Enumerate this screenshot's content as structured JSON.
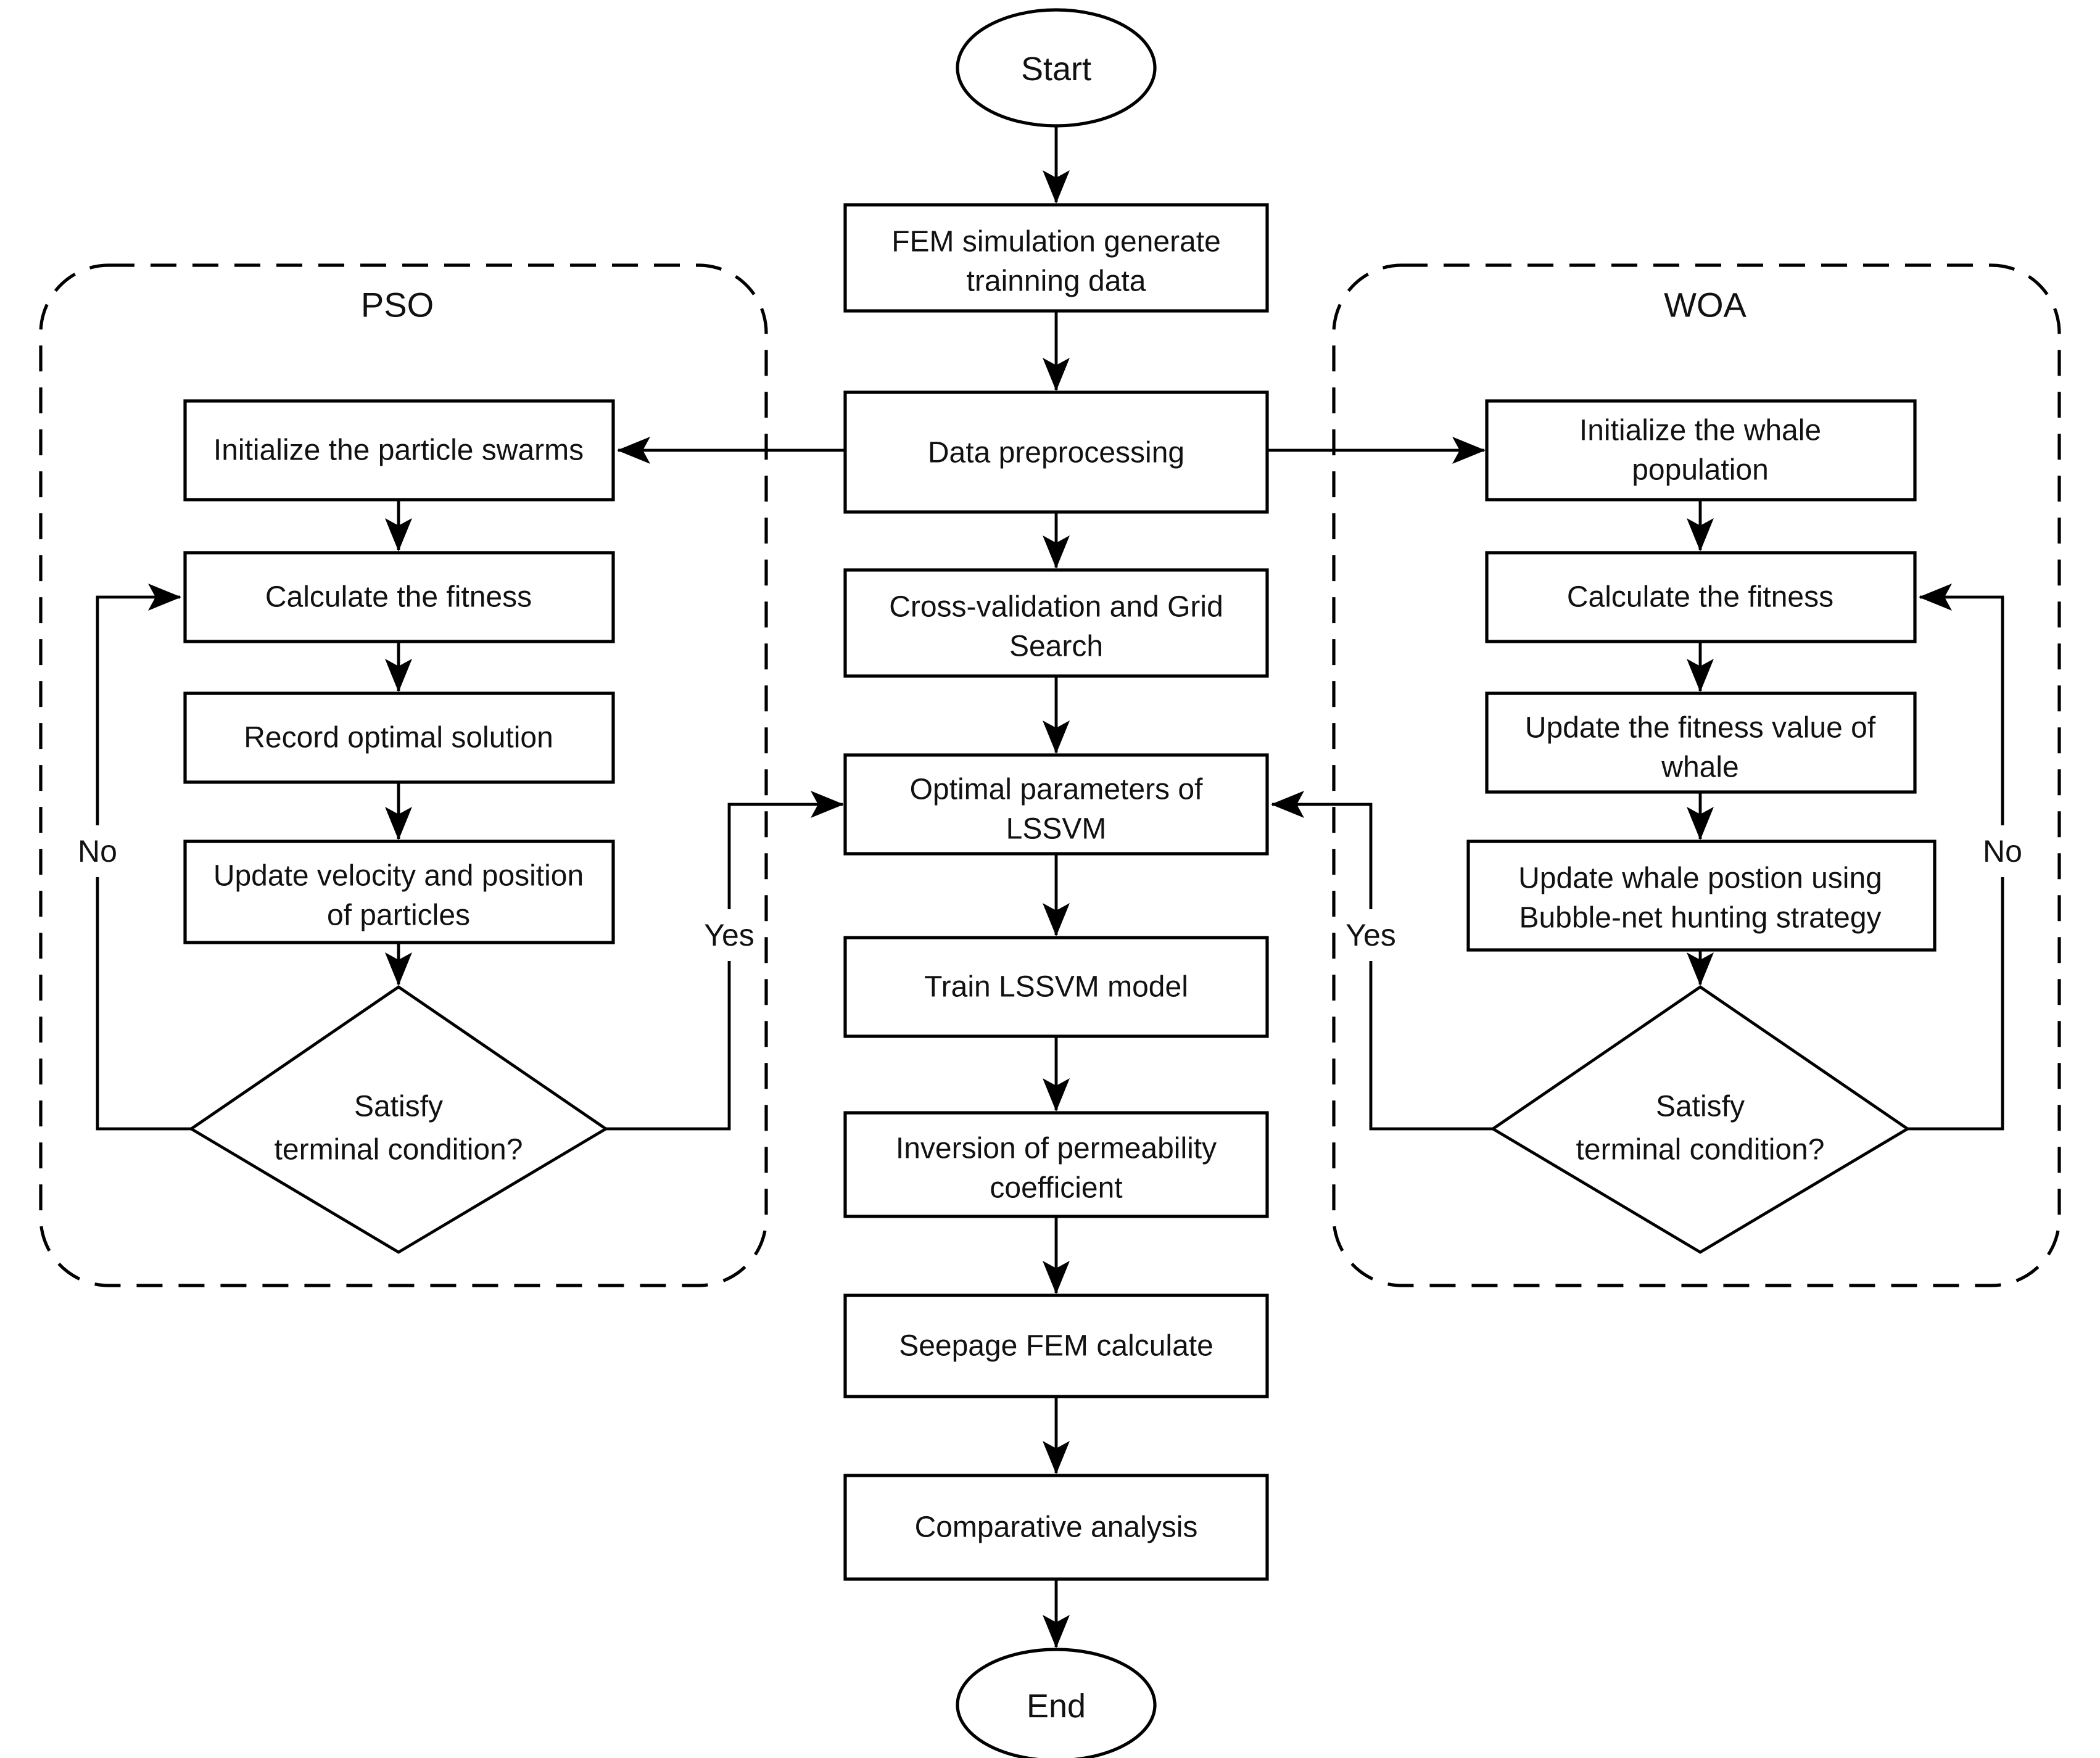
{
  "diagram": {
    "containers": {
      "pso": {
        "label": "PSO"
      },
      "woa": {
        "label": "WOA"
      }
    },
    "nodes": {
      "start": {
        "label": "Start"
      },
      "fem": {
        "line1": "FEM simulation generate",
        "line2": "trainning data"
      },
      "datapre": {
        "label": "Data preprocessing"
      },
      "crossval": {
        "line1": "Cross-validation and Grid",
        "line2": "Search"
      },
      "optimal": {
        "line1": "Optimal parameters of",
        "line2": "LSSVM"
      },
      "train": {
        "label": "Train LSSVM model"
      },
      "inversion": {
        "line1": "Inversion of permeability",
        "line2": "coefficient"
      },
      "seepage": {
        "label": "Seepage FEM calculate"
      },
      "comparative": {
        "label": "Comparative analysis"
      },
      "end": {
        "label": "End"
      },
      "pso_init": {
        "label": "Initialize the particle swarms"
      },
      "pso_calc": {
        "label": "Calculate the fitness"
      },
      "pso_record": {
        "label": "Record optimal solution"
      },
      "pso_update": {
        "line1": "Update velocity and position",
        "line2": "of particles"
      },
      "pso_decision": {
        "line1": "Satisfy",
        "line2": "terminal condition?"
      },
      "woa_init": {
        "line1": "Initialize the whale",
        "line2": "population"
      },
      "woa_calc": {
        "label": "Calculate the fitness"
      },
      "woa_update_fitness": {
        "line1": "Update the fitness value of",
        "line2": "whale"
      },
      "woa_update_position": {
        "line1": "Update whale postion using",
        "line2": "Bubble-net hunting strategy"
      },
      "woa_decision": {
        "line1": "Satisfy",
        "line2": "terminal condition?"
      }
    },
    "edge_labels": {
      "pso_no": "No",
      "pso_yes": "Yes",
      "woa_no": "No",
      "woa_yes": "Yes"
    },
    "colors": {
      "line": "#000000",
      "background": "#ffffff",
      "box_fill": "#ffffff"
    }
  }
}
